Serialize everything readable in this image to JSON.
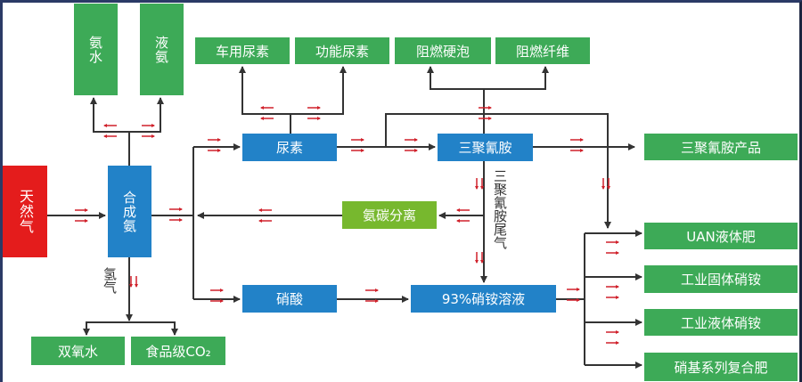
{
  "nodes": {
    "ammonia_water": "氨水",
    "liquid_ammonia": "液氨",
    "natural_gas": "天然气",
    "synthetic_ammonia": "合成氨",
    "vehicle_urea": "车用尿素",
    "functional_urea": "功能尿素",
    "fr_rigid_foam": "阻燃硬泡",
    "fr_fiber": "阻燃纤维",
    "urea": "尿素",
    "melamine": "三聚氰胺",
    "melamine_products": "三聚氰胺产品",
    "ammonia_co2_separation": "氨碳分离",
    "uan_liquid_fertilizer": "UAN液体肥",
    "industrial_solid_an": "工业固体硝铵",
    "industrial_liquid_an": "工业液体硝铵",
    "nitro_compound_fertilizer": "硝基系列复合肥",
    "nitric_acid": "硝酸",
    "an_solution": "93%硝铵溶液",
    "hydrogen_peroxide": "双氧水",
    "food_grade_co2": "食品级CO₂"
  },
  "edge_labels": {
    "melamine_tail_gas": "三聚氰胺尾气",
    "hydrogen": "氢气"
  },
  "colors": {
    "product": "#3daa57",
    "process": "#2282c8",
    "raw": "#e41c1c",
    "separation": "#77b82e",
    "line": "#333333",
    "flow_marker": "#d0202a"
  }
}
